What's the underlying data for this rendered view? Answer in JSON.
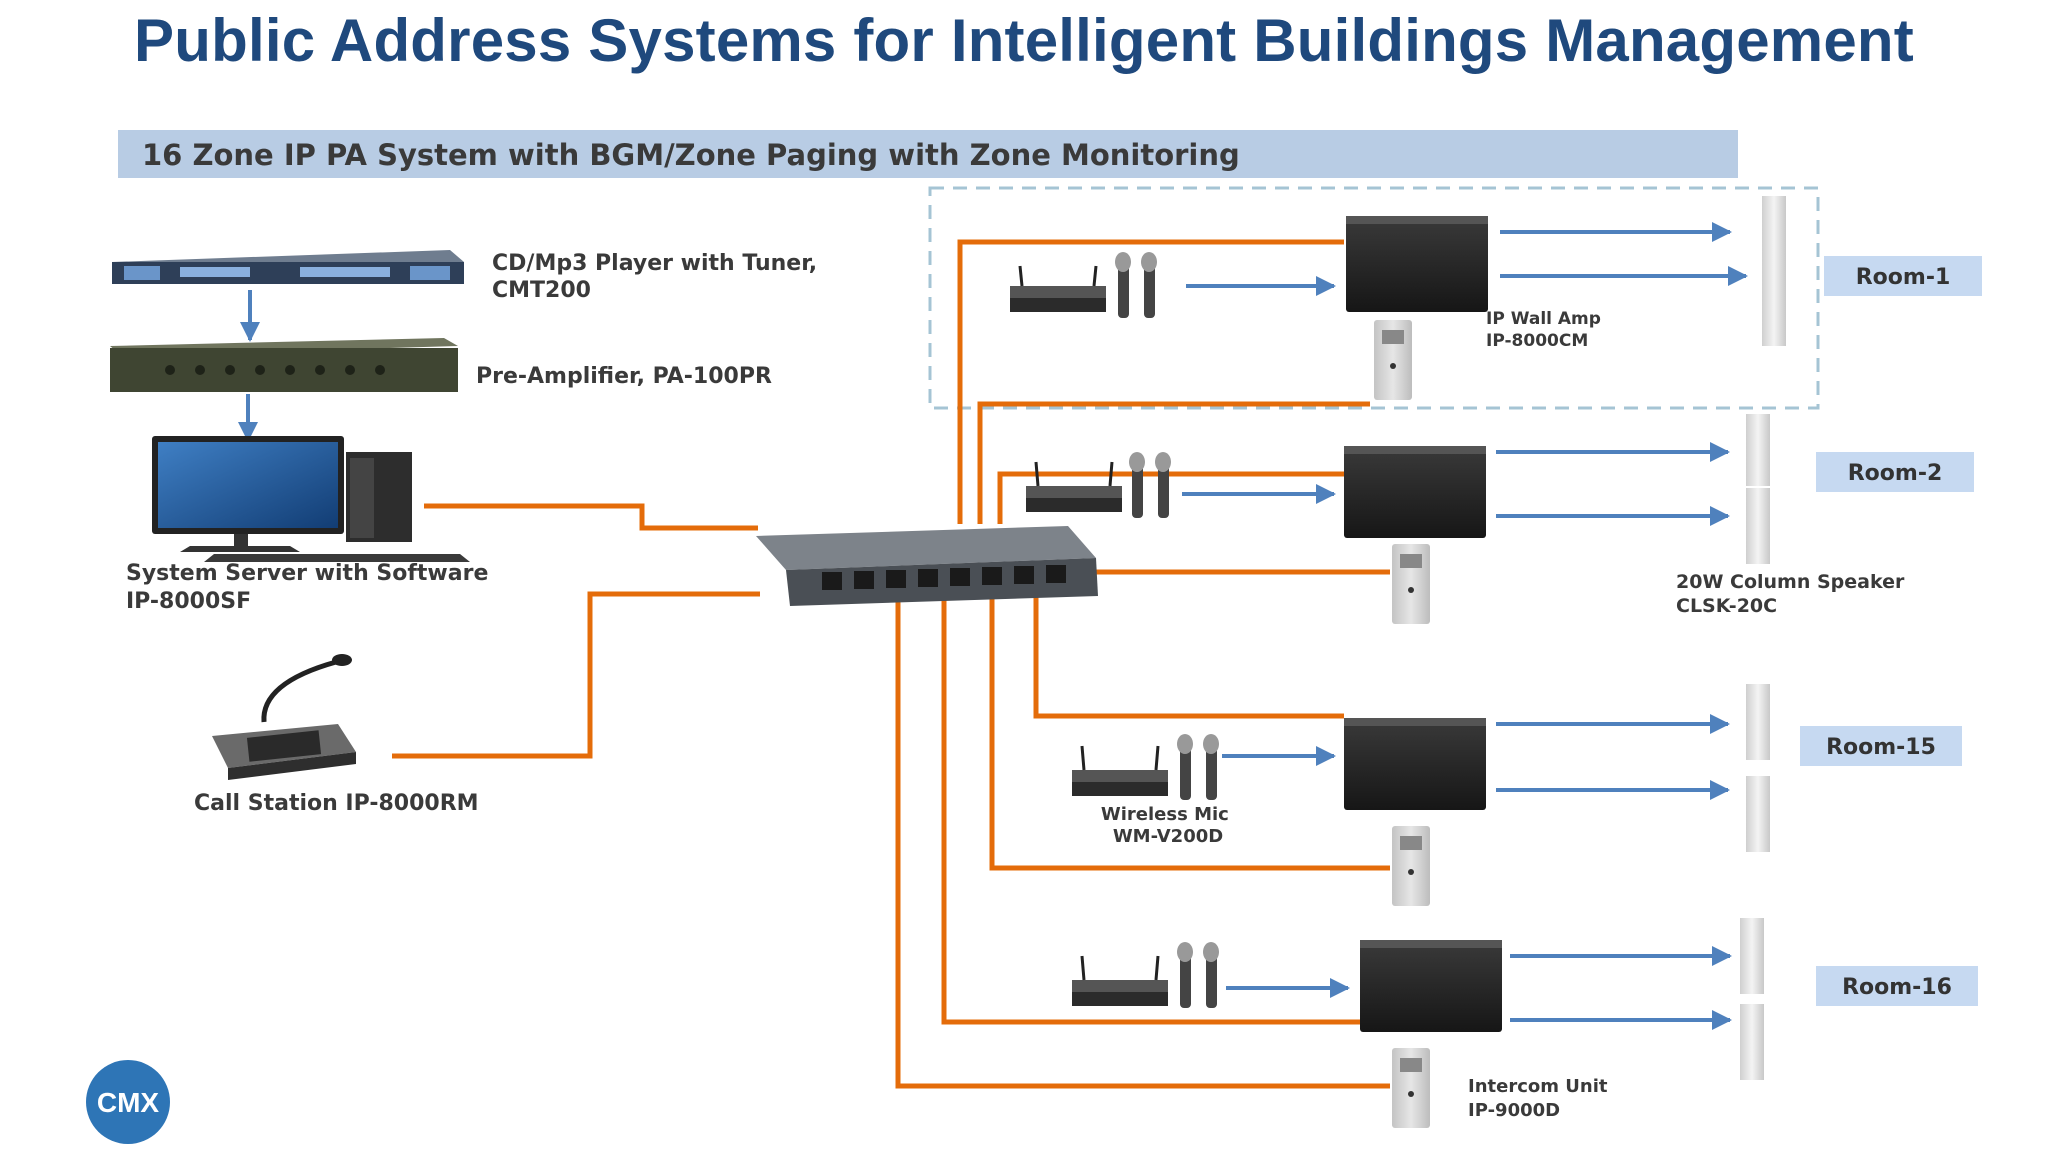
{
  "title": "Public Address Systems for Intelligent Buildings Management",
  "subtitle": "16 Zone IP PA System with BGM/Zone Paging with Zone Monitoring",
  "source_devices": {
    "cd_player": [
      "CD/Mp3 Player with Tuner,",
      "CMT200"
    ],
    "pre_amp": "Pre-Amplifier, PA-100PR",
    "server": [
      "System Server with Software",
      "IP-8000SF"
    ],
    "call_station": "Call Station IP-8000RM"
  },
  "zone_devices": {
    "wall_amp": [
      "IP Wall Amp",
      "IP-8000CM"
    ],
    "column_speaker": [
      "20W Column Speaker",
      "CLSK-20C"
    ],
    "wireless_mic": [
      "Wireless Mic",
      "WM-V200D"
    ],
    "intercom": [
      "Intercom Unit",
      "IP-9000D"
    ]
  },
  "rooms": [
    "Room-1",
    "Room-2",
    "Room-15",
    "Room-16"
  ],
  "logo_text": "CMX",
  "colors": {
    "title": "#1f497d",
    "subtitle_band": "#b8cce4",
    "room_label_bg": "#c6d9f1",
    "cable": "#e46c0a",
    "audio_arrow": "#4f81bd",
    "dashed_border": "#a5c4d4",
    "logo": "#2e75b6"
  }
}
